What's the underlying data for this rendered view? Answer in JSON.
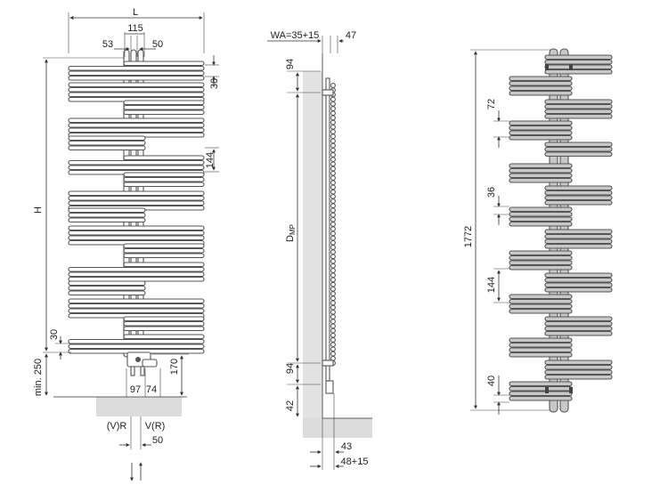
{
  "front_view": {
    "label_L": "L",
    "label_115": "115",
    "label_53": "53",
    "label_50_top": "50",
    "label_36": "36",
    "label_144": "144",
    "label_H": "H",
    "label_30": "30",
    "label_min250": "min. 250",
    "label_170": "170",
    "label_97": "97",
    "label_74": "74",
    "label_VR_left": "(V)R",
    "label_VR_right": "V(R)",
    "label_50_bottom": "50"
  },
  "side_view": {
    "label_WA": "WA=35+15",
    "label_47": "47",
    "label_94_top": "94",
    "label_DMP": "D",
    "label_DMP_sub": "MP",
    "label_94_bottom": "94",
    "label_42": "42",
    "label_43": "43",
    "label_48": "48+15"
  },
  "right_view": {
    "label_1772": "1772",
    "label_72": "72",
    "label_36": "36",
    "label_144": "144",
    "label_40": "40"
  },
  "colors": {
    "tube_gray": "#c8c8c8",
    "floor_gray": "#dcdcdc",
    "line": "#333333"
  }
}
